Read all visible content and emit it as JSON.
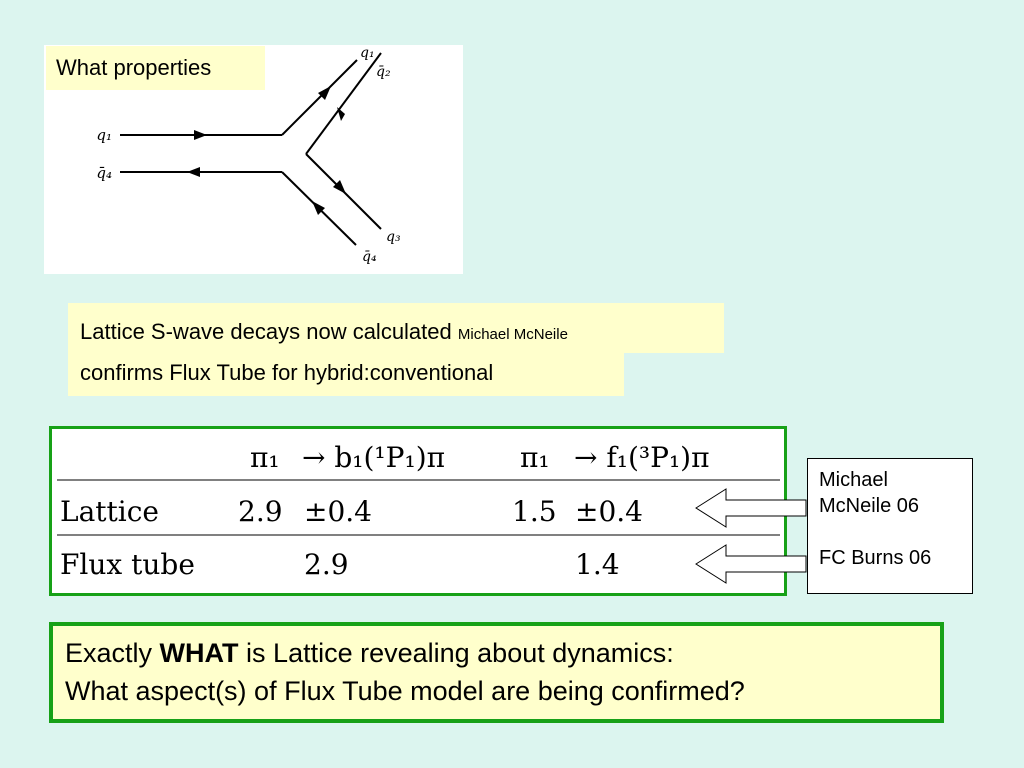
{
  "diagram": {
    "callout": "What properties",
    "labels": {
      "q1_in": "q₁",
      "q4bar_in": "q̄₄",
      "q1_out": "q₁",
      "q2bar_out": "q̄₂",
      "q3_out": "q₃",
      "q4bar_out": "q̄₄"
    }
  },
  "note": {
    "line1_main": "Lattice S-wave decays now calculated",
    "line1_author": "Michael McNeile",
    "line2": "confirms Flux Tube for hybrid:conventional"
  },
  "table": {
    "header": {
      "col1_particle": "π₁",
      "col1_decay": "→ b₁(¹P₁)π",
      "col2_particle": "π₁",
      "col2_decay": "→ f₁(³P₁)π"
    },
    "rows": [
      {
        "label": "Lattice",
        "v1": "2.9",
        "e1": "±0.4",
        "v2": "1.5",
        "e2": "±0.4"
      },
      {
        "label": "Flux tube",
        "v1": "",
        "e1": "2.9",
        "v2": "",
        "e2": "1.4"
      }
    ]
  },
  "refs": {
    "line1": "Michael",
    "line2": "McNeile 06",
    "line3": "FC Burns 06"
  },
  "question": {
    "pre": "Exactly",
    "bold": "WHAT",
    "post": "is Lattice revealing about dynamics:",
    "line2": "What aspect(s) of Flux Tube model are being confirmed?"
  },
  "colors": {
    "background": "#dcf5ef",
    "highlight": "#ffffcc",
    "border_green": "#17a117"
  }
}
